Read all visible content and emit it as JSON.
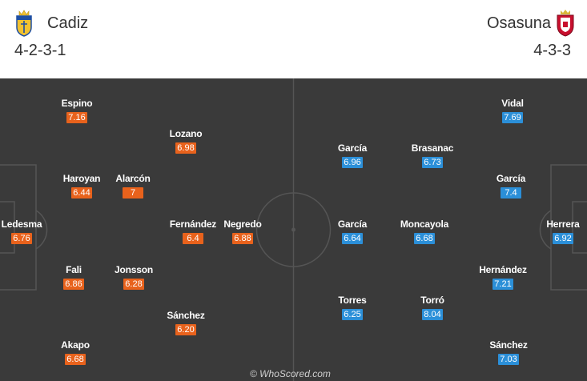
{
  "home": {
    "name": "Cadiz",
    "formation": "4-2-3-1",
    "color": "#e8621c",
    "crest_icon": "cadiz-crest-icon",
    "players": [
      {
        "name": "Espino",
        "rating": "7.16"
      },
      {
        "name": "Lozano",
        "rating": "6.98"
      },
      {
        "name": "Haroyan",
        "rating": "6.44"
      },
      {
        "name": "Alarcón",
        "rating": "7"
      },
      {
        "name": "Ledesma",
        "rating": "6.76"
      },
      {
        "name": "Fernández",
        "rating": "6.4"
      },
      {
        "name": "Negredo",
        "rating": "6.88"
      },
      {
        "name": "Fali",
        "rating": "6.86"
      },
      {
        "name": "Jonsson",
        "rating": "6.28"
      },
      {
        "name": "Sánchez",
        "rating": "6.20"
      },
      {
        "name": "Akapo",
        "rating": "6.68"
      }
    ]
  },
  "away": {
    "name": "Osasuna",
    "formation": "4-3-3",
    "color": "#2b8fd8",
    "crest_icon": "osasuna-crest-icon",
    "players": [
      {
        "name": "Vidal",
        "rating": "7.69"
      },
      {
        "name": "García",
        "rating": "6.96"
      },
      {
        "name": "Brasanac",
        "rating": "6.73"
      },
      {
        "name": "García",
        "rating": "7.4"
      },
      {
        "name": "García",
        "rating": "6.64"
      },
      {
        "name": "Moncayola",
        "rating": "6.68"
      },
      {
        "name": "Herrera",
        "rating": "6.92"
      },
      {
        "name": "Hernández",
        "rating": "7.21"
      },
      {
        "name": "Torres",
        "rating": "6.25"
      },
      {
        "name": "Torró",
        "rating": "8.04"
      },
      {
        "name": "Sánchez",
        "rating": "7.03"
      }
    ]
  },
  "watermark": "© WhoScored.com"
}
